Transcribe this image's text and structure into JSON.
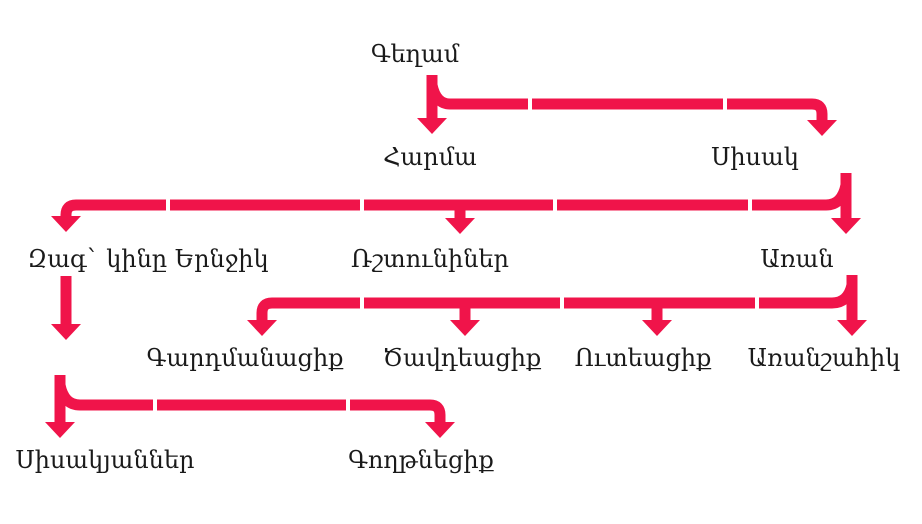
{
  "colors": {
    "connector": "#f0144a",
    "text": "#1a1a1a"
  },
  "nodes": {
    "gegham": "Գեղամ",
    "harma": "Հարմա",
    "sisak": "Սիսակ",
    "zag": "Զագ` կինը Երնջիկ",
    "rshtuniner": "Ռշտունիներ",
    "aran": "Առան",
    "gardmanatsik": "Գարդմանացիք",
    "tsavdeatsik": "Ծավդեացիք",
    "uteatsik": "Ուտեացիք",
    "aranshahik": "Առանշահիկ",
    "sisakyanner": "Սիսակյաններ",
    "goghtnetsik": "Գողթնեցիք"
  }
}
